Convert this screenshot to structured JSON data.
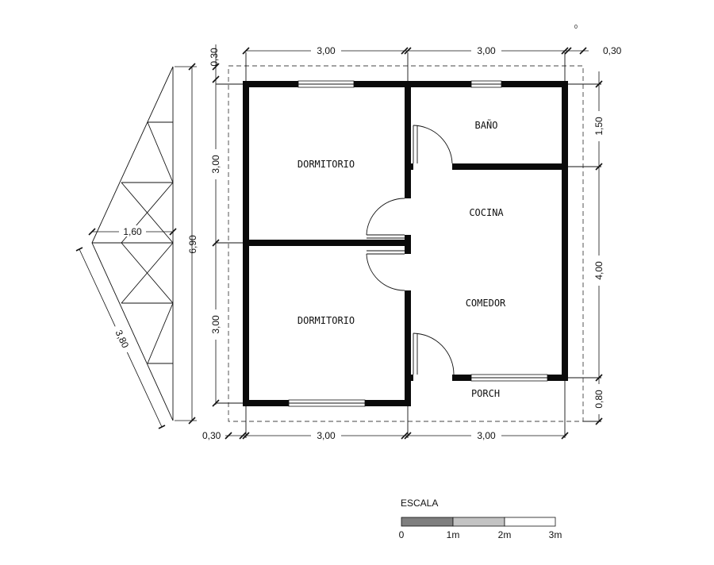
{
  "rooms": {
    "dormitorio_top": "DORMITORIO",
    "bano": "BAÑO",
    "cocina": "COCINA",
    "comedor": "COMEDOR",
    "dormitorio_bottom": "DORMITORIO",
    "porch": "PORCH"
  },
  "dimensions": {
    "top_left_width": "3,00",
    "top_right_width": "3,00",
    "top_left_offset": "0,30",
    "top_right_offset": "0,30",
    "bottom_left_offset": "0,30",
    "bottom_left_width": "3,00",
    "bottom_right_width": "3,00",
    "left_upper_height": "3,00",
    "left_lower_height": "3,00",
    "right_bano_height": "1,50",
    "right_main_height": "4,00",
    "right_porch_height": "0,80",
    "roof_total_height": "6,90",
    "truss_span": "1,60",
    "rafter_length": "3,80",
    "corner_mark": "0"
  },
  "scale": {
    "title": "ESCALA",
    "labels": [
      "0",
      "1m",
      "2m",
      "3m"
    ],
    "colors": [
      "#7f7f7f",
      "#c3c3c3",
      "#ffffff"
    ]
  }
}
